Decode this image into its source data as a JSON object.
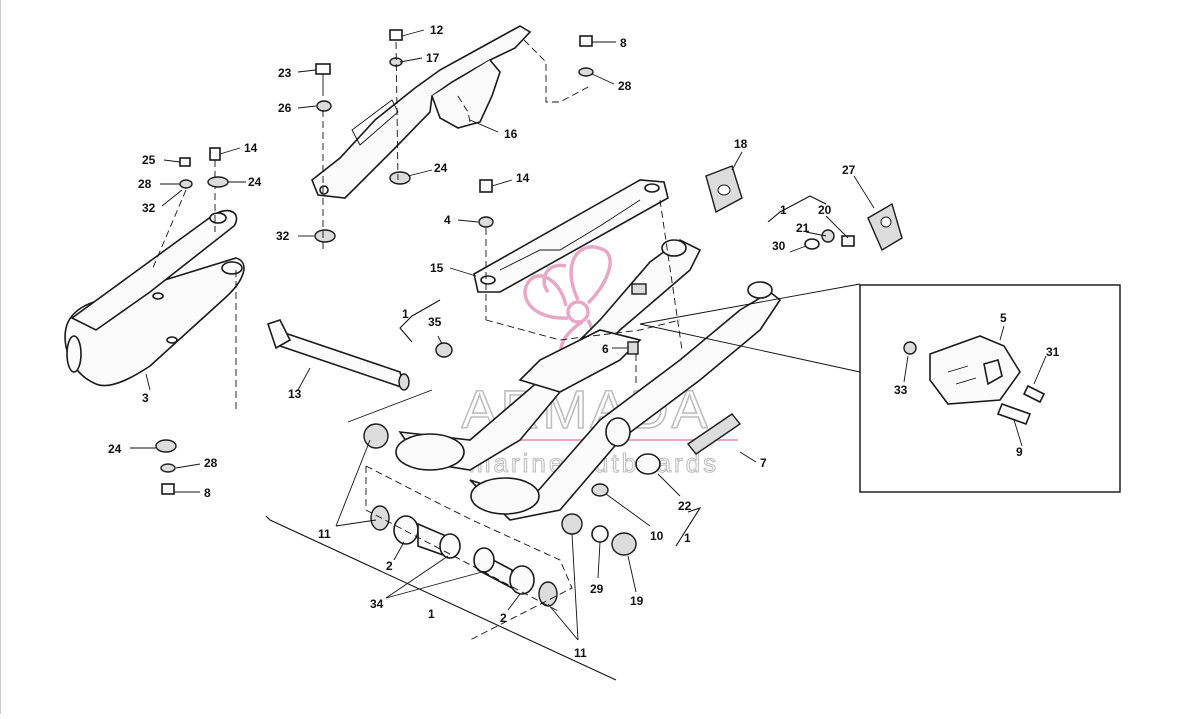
{
  "watermark": {
    "title": "ARMADA",
    "subtitle": "marine outboards",
    "accent_color": "#e9a7c6"
  },
  "callouts": [
    {
      "id": "c1a",
      "text": "1"
    },
    {
      "id": "c1b",
      "text": "1"
    },
    {
      "id": "c1c",
      "text": "1"
    },
    {
      "id": "c1d",
      "text": "1"
    },
    {
      "id": "c2a",
      "text": "2"
    },
    {
      "id": "c2b",
      "text": "2"
    },
    {
      "id": "c3",
      "text": "3"
    },
    {
      "id": "c4",
      "text": "4"
    },
    {
      "id": "c5",
      "text": "5"
    },
    {
      "id": "c6",
      "text": "6"
    },
    {
      "id": "c7",
      "text": "7"
    },
    {
      "id": "c8a",
      "text": "8"
    },
    {
      "id": "c8b",
      "text": "8"
    },
    {
      "id": "c9",
      "text": "9"
    },
    {
      "id": "c10",
      "text": "10"
    },
    {
      "id": "c11a",
      "text": "11"
    },
    {
      "id": "c11b",
      "text": "11"
    },
    {
      "id": "c12",
      "text": "12"
    },
    {
      "id": "c13",
      "text": "13"
    },
    {
      "id": "c14a",
      "text": "14"
    },
    {
      "id": "c14b",
      "text": "14"
    },
    {
      "id": "c15",
      "text": "15"
    },
    {
      "id": "c16",
      "text": "16"
    },
    {
      "id": "c17",
      "text": "17"
    },
    {
      "id": "c18",
      "text": "18"
    },
    {
      "id": "c19",
      "text": "19"
    },
    {
      "id": "c20",
      "text": "20"
    },
    {
      "id": "c21",
      "text": "21"
    },
    {
      "id": "c22",
      "text": "22"
    },
    {
      "id": "c23",
      "text": "23"
    },
    {
      "id": "c24a",
      "text": "24"
    },
    {
      "id": "c24b",
      "text": "24"
    },
    {
      "id": "c24c",
      "text": "24"
    },
    {
      "id": "c25",
      "text": "25"
    },
    {
      "id": "c26",
      "text": "26"
    },
    {
      "id": "c27",
      "text": "27"
    },
    {
      "id": "c28a",
      "text": "28"
    },
    {
      "id": "c28b",
      "text": "28"
    },
    {
      "id": "c28c",
      "text": "28"
    },
    {
      "id": "c29",
      "text": "29"
    },
    {
      "id": "c30",
      "text": "30"
    },
    {
      "id": "c31",
      "text": "31"
    },
    {
      "id": "c32a",
      "text": "32"
    },
    {
      "id": "c32b",
      "text": "32"
    },
    {
      "id": "c33",
      "text": "33"
    },
    {
      "id": "c34",
      "text": "34"
    },
    {
      "id": "c35",
      "text": "35"
    }
  ]
}
